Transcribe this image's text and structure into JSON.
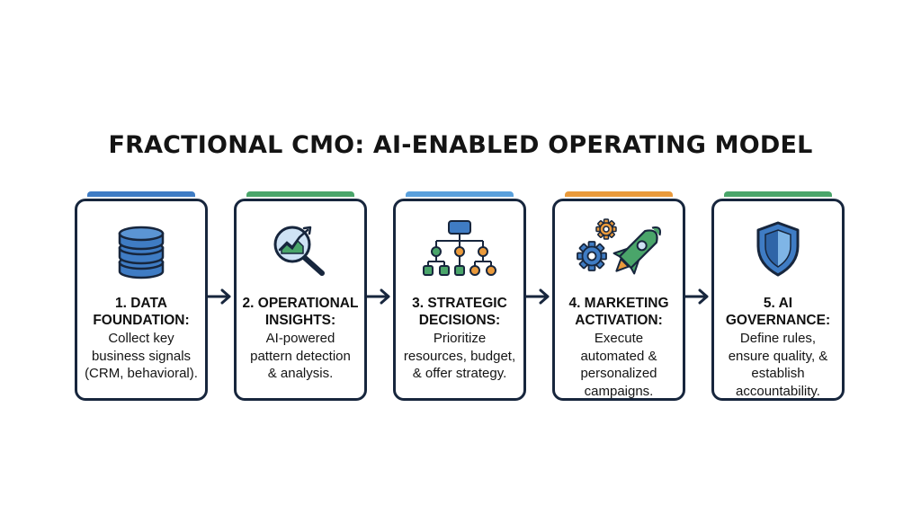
{
  "title": "FRACTIONAL CMO: AI-ENABLED OPERATING MODEL",
  "colors": {
    "blue": "#3f7cc4",
    "green": "#4aa56a",
    "orange": "#ea9a3b",
    "border": "#17263d"
  },
  "steps": [
    {
      "icon": "database-icon",
      "tab_color": "#3f7cc4",
      "title_line1": "1. DATA",
      "title_line2": "FOUNDATION:",
      "desc_line1": "Collect key",
      "desc_line2": "business signals",
      "desc_line3": "(CRM, behavioral)."
    },
    {
      "icon": "magnifier-chart-icon",
      "tab_color": "#4aa56a",
      "title_line1": "2. OPERATIONAL",
      "title_line2": "INSIGHTS:",
      "desc_line1": "AI-powered",
      "desc_line2": "pattern detection",
      "desc_line3": "& analysis."
    },
    {
      "icon": "org-chart-icon",
      "tab_color": "#5aa0dc",
      "title_line1": "3. STRATEGIC",
      "title_line2": "DECISIONS:",
      "desc_line1": "Prioritize",
      "desc_line2": "resources, budget,",
      "desc_line3": "& offer strategy."
    },
    {
      "icon": "rocket-gears-icon",
      "tab_color": "#ea9a3b",
      "title_line1": "4. MARKETING",
      "title_line2": "ACTIVATION:",
      "desc_line1": "Execute",
      "desc_line2": "automated &",
      "desc_line3": "personalized",
      "desc_line4": "campaigns."
    },
    {
      "icon": "shield-icon",
      "tab_color": "#4aa56a",
      "title_line1": "5. AI",
      "title_line2": "GOVERNANCE:",
      "desc_line1": "Define rules,",
      "desc_line2": "ensure quality, &",
      "desc_line3": "establish",
      "desc_line4": "accountability."
    }
  ]
}
